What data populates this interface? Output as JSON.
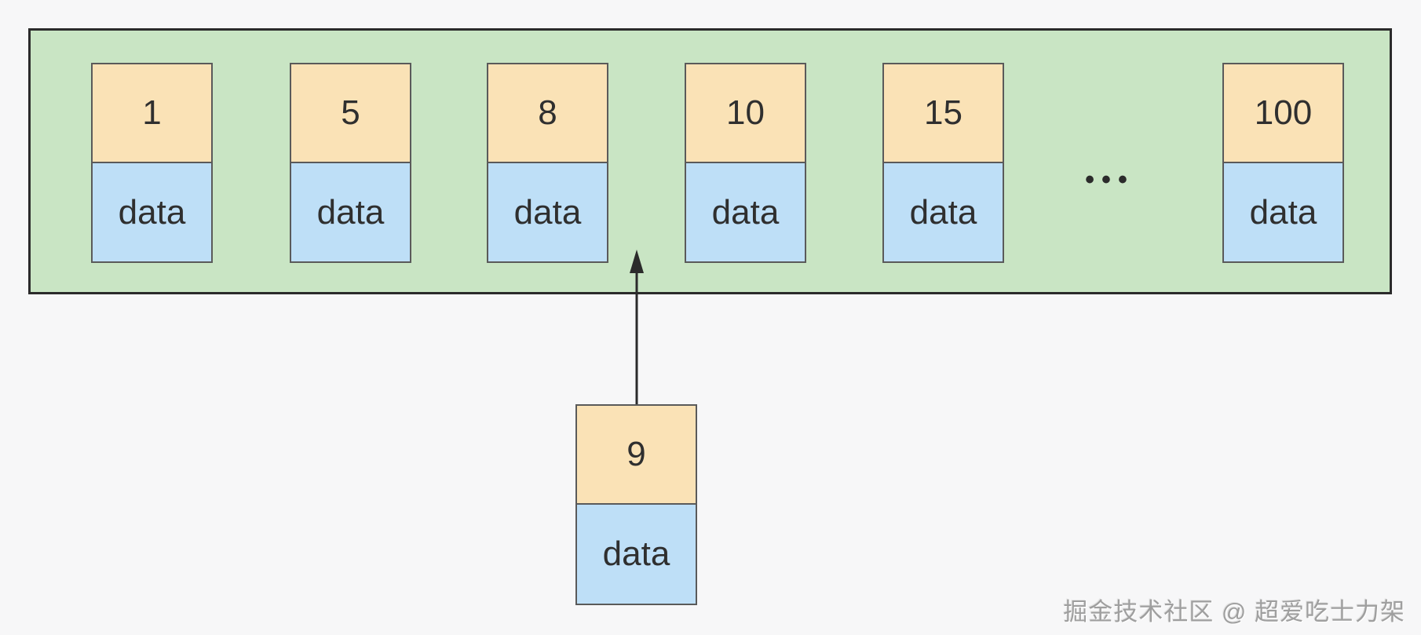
{
  "diagram": {
    "description": "sorted-linked-list-insertion",
    "container_nodes": [
      {
        "key": "1",
        "data": "data"
      },
      {
        "key": "5",
        "data": "data"
      },
      {
        "key": "8",
        "data": "data"
      },
      {
        "key": "10",
        "data": "data"
      },
      {
        "key": "15",
        "data": "data"
      },
      {
        "key": "100",
        "data": "data"
      }
    ],
    "ellipsis": "•••",
    "inserted_node": {
      "key": "9",
      "data": "data"
    },
    "watermark": "掘金技术社区 @ 超爱吃士力架",
    "colors": {
      "page_bg": "#f7f7f8",
      "container_bg": "#c9e5c4",
      "container_border": "#2b2b2b",
      "key_bg": "#fae2b6",
      "data_bg": "#bedff7",
      "node_border": "#5a5a5a",
      "text_color": "#2f2f2f",
      "arrow_color": "#2b2b2b",
      "watermark_color": "#9f9f9f"
    }
  }
}
